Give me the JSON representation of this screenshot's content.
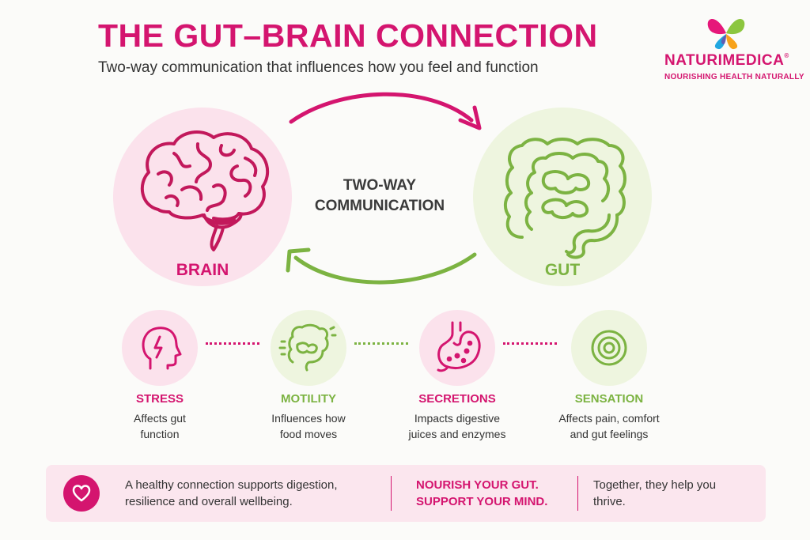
{
  "header": {
    "title": "THE GUT–BRAIN CONNECTION",
    "subtitle": "Two-way communication that influences how you feel and function"
  },
  "brand": {
    "name": "NATURIMEDICA",
    "registered": "®",
    "tagline": "NOURISHING HEALTH NATURALLY"
  },
  "diagram": {
    "left_node": "BRAIN",
    "right_node": "GUT",
    "center_line1": "TWO-WAY",
    "center_line2": "COMMUNICATION"
  },
  "factors": [
    {
      "title": "STRESS",
      "desc1": "Affects gut",
      "desc2": "function",
      "icon": "head-lightning-icon"
    },
    {
      "title": "MOTILITY",
      "desc1": "Influences how",
      "desc2": "food moves",
      "icon": "intestine-motion-icon"
    },
    {
      "title": "SECRETIONS",
      "desc1": "Impacts digestive",
      "desc2": "juices and enzymes",
      "icon": "stomach-icon"
    },
    {
      "title": "SENSATION",
      "desc1": "Affects pain, comfort",
      "desc2": "and gut feelings",
      "icon": "target-icon"
    }
  ],
  "footer": {
    "text1_line1": "A healthy connection supports digestion,",
    "text1_line2": "resilience and overall wellbeing.",
    "bold_line1": "NOURISH YOUR GUT.",
    "bold_line2": "SUPPORT YOUR MIND.",
    "text2_line1": "Together, they help you",
    "text2_line2": "thrive.",
    "icon": "heart-icon"
  },
  "colors": {
    "primary_pink": "#d4156f",
    "primary_green": "#7cb342",
    "pink_bg": "#fbe2ec",
    "green_bg": "#eef5df"
  }
}
